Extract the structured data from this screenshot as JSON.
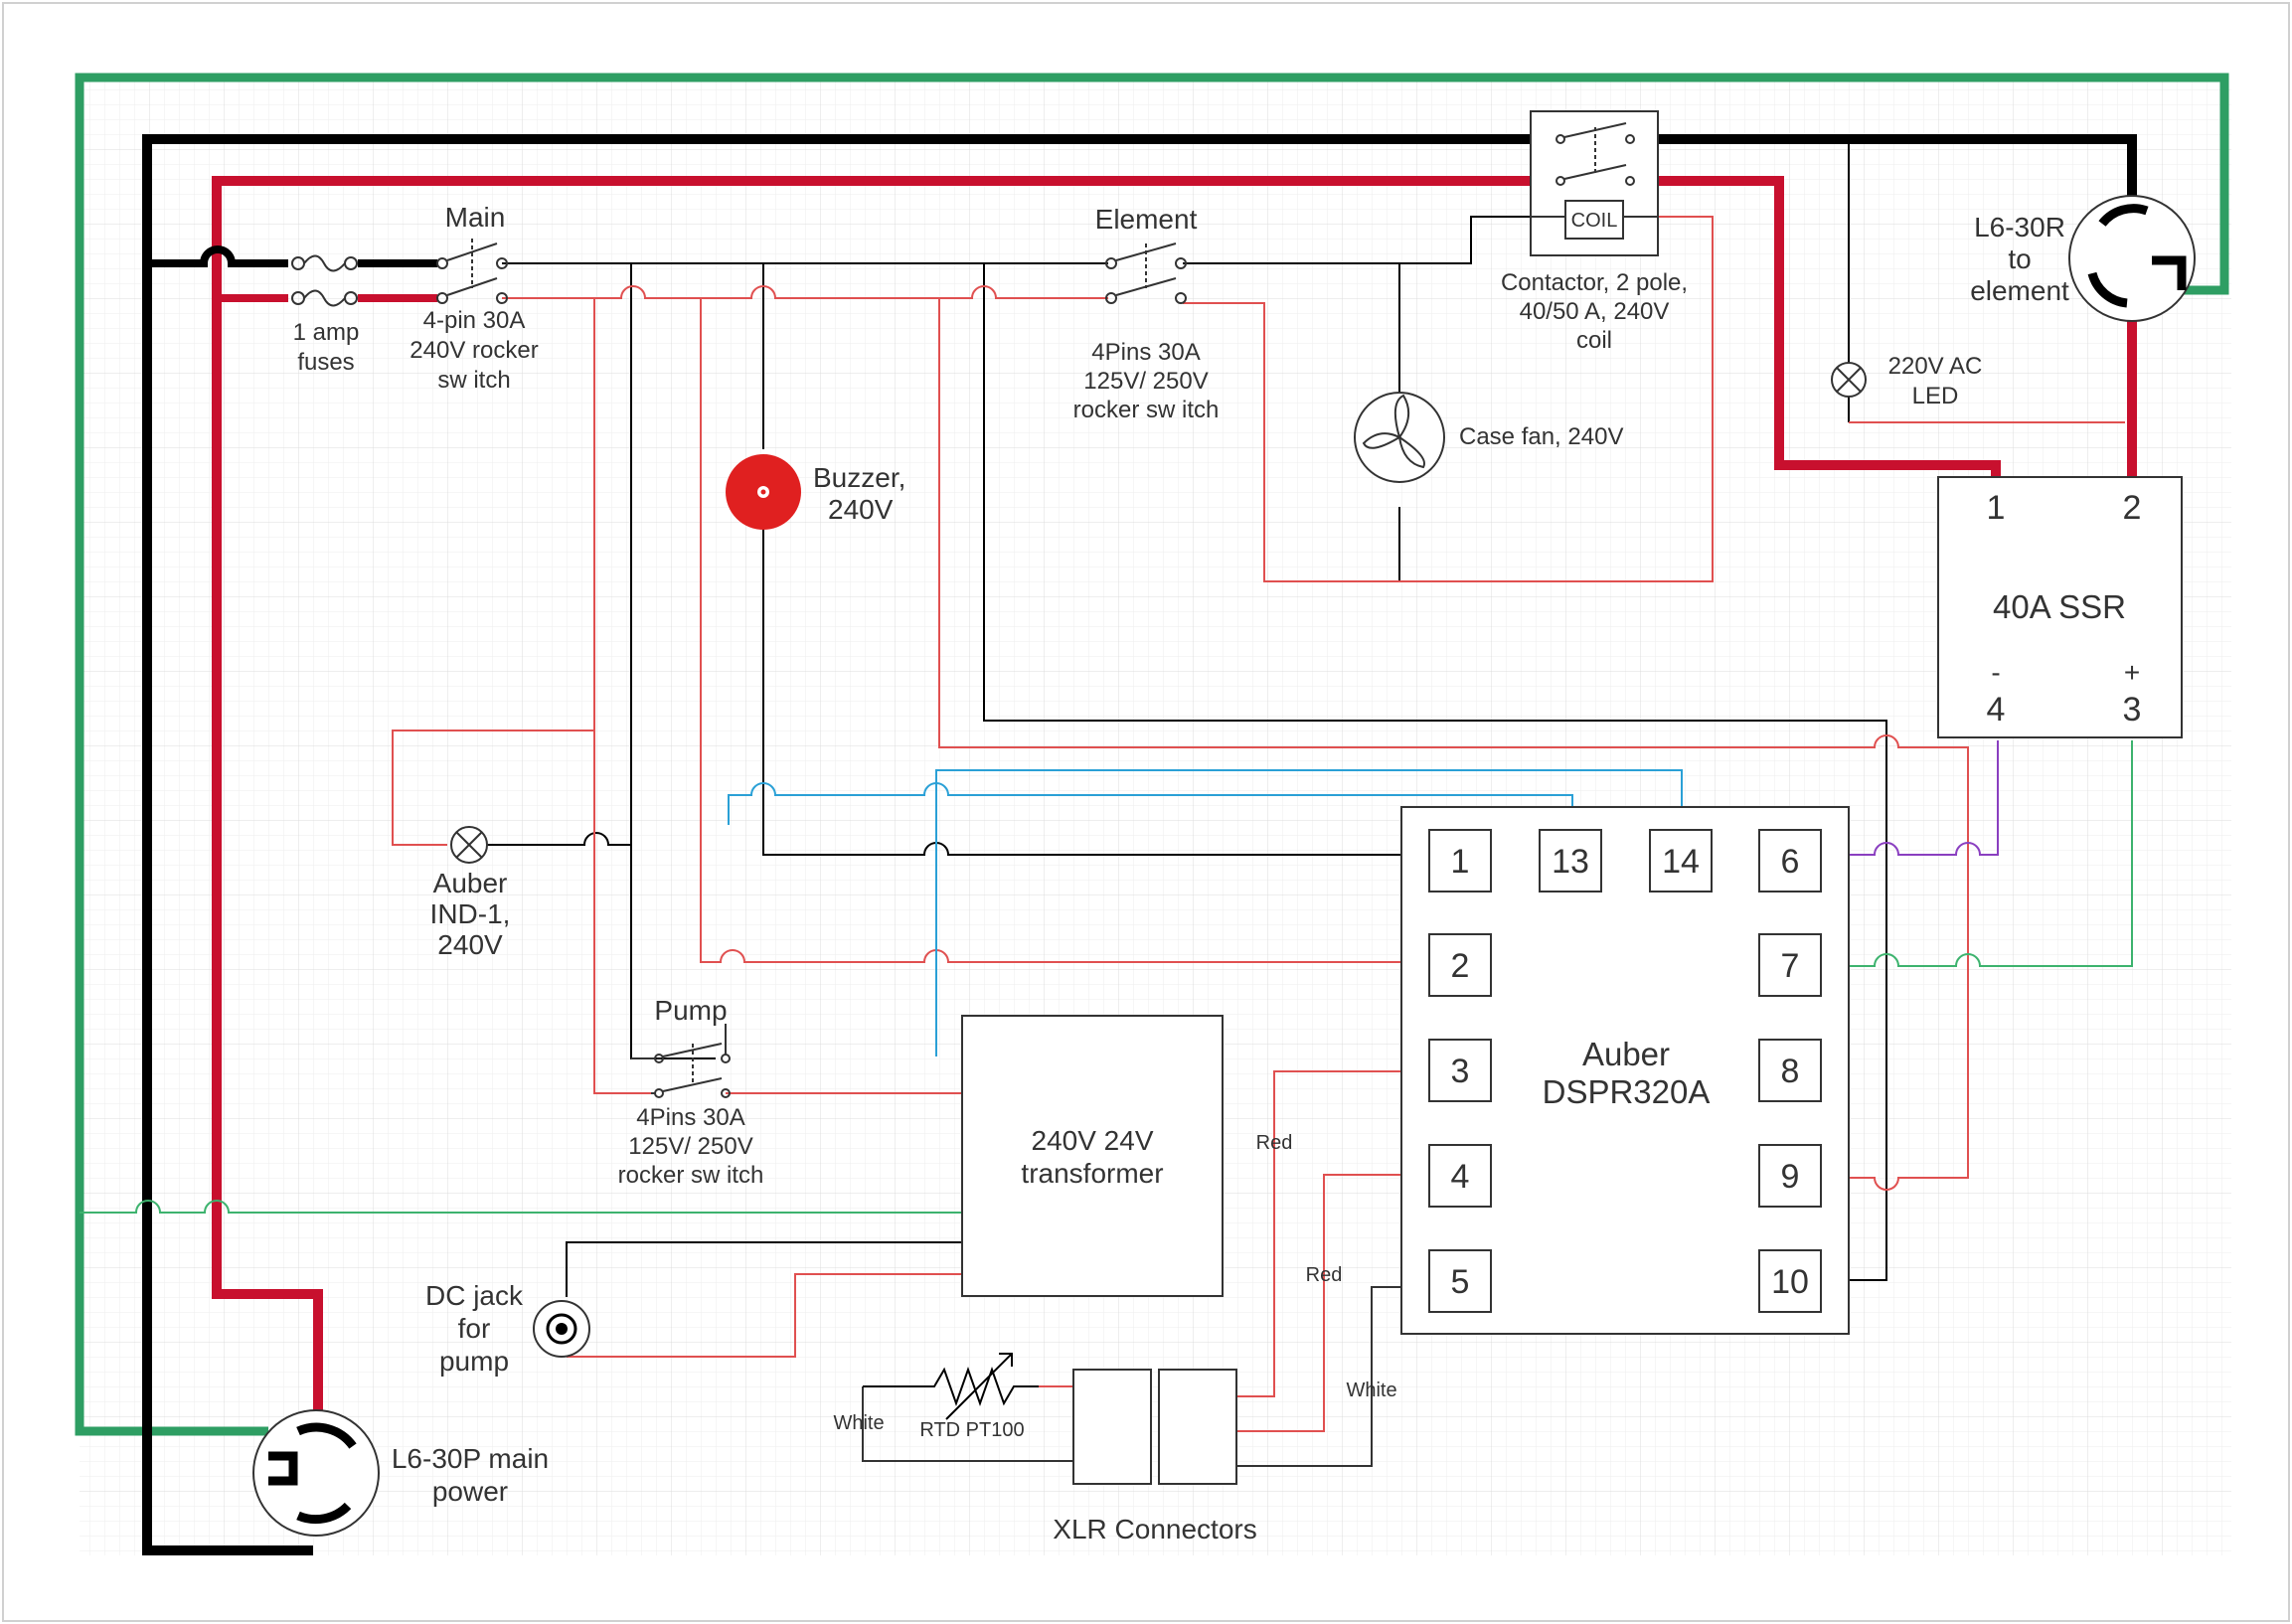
{
  "labels": {
    "main": "Main",
    "main_switch": [
      "4-pin 30A",
      "240V rocker",
      "sw itch"
    ],
    "fuses": [
      "1 amp",
      "fuses"
    ],
    "element": "Element",
    "element_switch": [
      "4Pins 30A",
      "125V/ 250V",
      "rocker sw itch"
    ],
    "contactor": [
      "Contactor, 2 pole,",
      "40/50 A, 240V",
      "coil"
    ],
    "coil": "COIL",
    "l6_30r": [
      "L6-30R",
      "to",
      "element"
    ],
    "led_220": [
      "220V AC",
      "LED"
    ],
    "case_fan": "Case fan, 240V",
    "buzzer": [
      "Buzzer,",
      "240V"
    ],
    "ssr_title": "40A SSR",
    "ssr_pins": {
      "p1": "1",
      "p2": "2",
      "minus": "-",
      "plus": "+",
      "p4": "4",
      "p3": "3"
    },
    "auber_ind": [
      "Auber",
      "IND-1,",
      "240V"
    ],
    "pump": "Pump",
    "pump_switch": [
      "4Pins 30A",
      "125V/ 250V",
      "rocker sw itch"
    ],
    "transformer": [
      "240V 24V",
      "transformer"
    ],
    "dspr": [
      "Auber",
      "DSPR320A"
    ],
    "dspr_pins": [
      "1",
      "13",
      "14",
      "6",
      "2",
      "7",
      "3",
      "8",
      "4",
      "9",
      "5",
      "10"
    ],
    "dc_jack": [
      "DC jack",
      "for",
      "pump"
    ],
    "l6_30p": [
      "L6-30P main",
      "power"
    ],
    "rtd": "RTD PT100",
    "wire_white_1": "White",
    "wire_white_2": "White",
    "wire_red_1": "Red",
    "wire_red_2": "Red",
    "xlr": "XLR Connectors"
  },
  "colors": {
    "hot_black": "#000000",
    "hot_red": "#c8102e",
    "ground_green": "#2e9e63",
    "signal_red": "#e05050",
    "signal_blue": "#2aa0d6",
    "signal_purple": "#8a3fc0",
    "signal_green": "#3db36e",
    "buzzer": "#e02020",
    "grid": "#e8e8e8"
  }
}
